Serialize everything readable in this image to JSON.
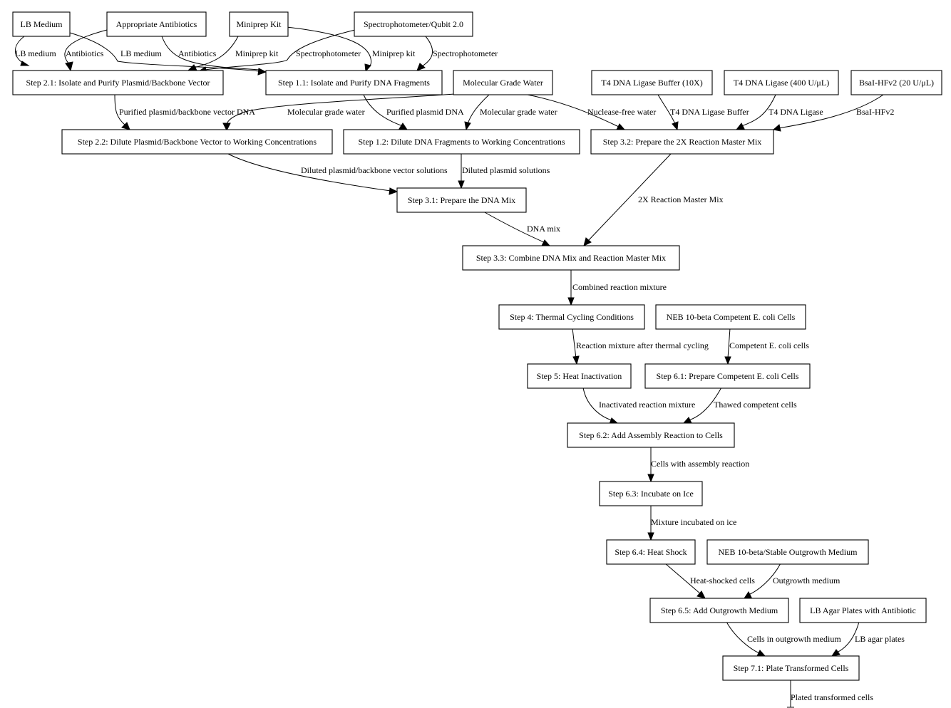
{
  "diagram": {
    "type": "flowchart",
    "nodes": {
      "lb_medium": "LB Medium",
      "appropriate_antibiotics": "Appropriate Antibiotics",
      "miniprep_kit": "Miniprep Kit",
      "spectrophotometer": "Spectrophotometer/Qubit 2.0",
      "step_2_1": "Step 2.1: Isolate and Purify Plasmid/Backbone Vector",
      "step_1_1": "Step 1.1: Isolate and Purify DNA Fragments",
      "molecular_grade_water": "Molecular Grade Water",
      "t4_ligase_buffer": "T4 DNA Ligase Buffer (10X)",
      "t4_ligase": "T4 DNA Ligase (400 U/μL)",
      "bsai": "BsaI-HFv2 (20 U/μL)",
      "step_2_2": "Step 2.2: Dilute Plasmid/Backbone Vector to Working Concentrations",
      "step_1_2": "Step 1.2: Dilute DNA Fragments to Working Concentrations",
      "step_3_2": "Step 3.2: Prepare the 2X Reaction Master Mix",
      "step_3_1": "Step 3.1: Prepare the DNA Mix",
      "step_3_3": "Step 3.3: Combine DNA Mix and Reaction Master Mix",
      "step_4": "Step 4: Thermal Cycling Conditions",
      "neb_cells": "NEB 10-beta Competent E. coli Cells",
      "step_5": "Step 5: Heat Inactivation",
      "step_6_1": "Step 6.1: Prepare Competent E. coli Cells",
      "step_6_2": "Step 6.2: Add Assembly Reaction to Cells",
      "step_6_3": "Step 6.3: Incubate on Ice",
      "step_6_4": "Step 6.4: Heat Shock",
      "neb_outgrowth": "NEB 10-beta/Stable Outgrowth Medium",
      "step_6_5": "Step 6.5: Add Outgrowth Medium",
      "lb_agar": "LB Agar Plates with Antibiotic",
      "step_7_1": "Step 7.1: Plate Transformed Cells"
    },
    "edges": {
      "lb_to_2_1": "LB medium",
      "ab_to_2_1": "Antibiotics",
      "lb_to_1_1": "LB medium",
      "ab_to_1_1": "Antibiotics",
      "mk_to_2_1": "Miniprep kit",
      "sp_to_2_1": "Spectrophotometer",
      "mk_to_1_1": "Miniprep kit",
      "sp_to_1_1": "Spectrophotometer",
      "s21_to_22": "Purified plasmid/backbone vector DNA",
      "mgw_to_22": "Molecular grade water",
      "s11_to_12": "Purified plasmid DNA",
      "mgw_to_12": "Molecular grade water",
      "mgw_to_32": "Nuclease-free water",
      "buf_to_32": "T4 DNA Ligase Buffer",
      "lig_to_32": "T4 DNA Ligase",
      "bsa_to_32": "BsaI-HFv2",
      "s22_to_31": "Diluted plasmid/backbone vector solutions",
      "s12_to_31": "Diluted plasmid solutions",
      "s31_to_33": "DNA mix",
      "s32_to_33": "2X Reaction Master Mix",
      "s33_to_4": "Combined reaction mixture",
      "s4_to_5": "Reaction mixture after thermal cycling",
      "neb_to_61": "Competent E. coli cells",
      "s5_to_62": "Inactivated reaction mixture",
      "s61_to_62": "Thawed competent cells",
      "s62_to_63": "Cells with assembly reaction",
      "s63_to_64": "Mixture incubated on ice",
      "s64_to_65": "Heat-shocked cells",
      "og_to_65": "Outgrowth medium",
      "s65_to_71": "Cells in outgrowth medium",
      "agar_to_71": "LB agar plates",
      "s71_out": "Plated transformed cells"
    }
  }
}
